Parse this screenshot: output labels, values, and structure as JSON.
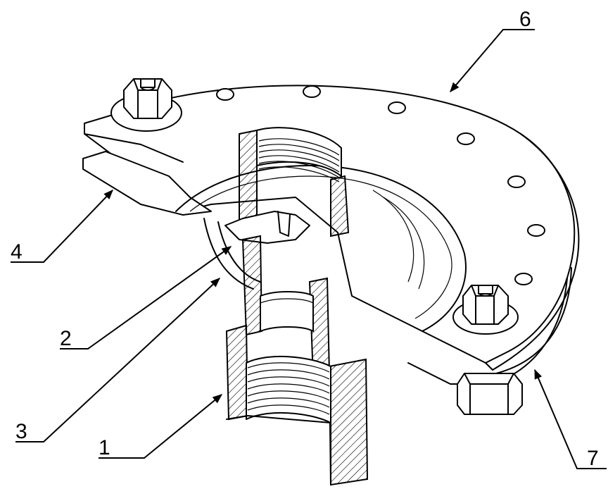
{
  "labels": {
    "l1": "1",
    "l2": "2",
    "l3": "3",
    "l4": "4",
    "l6": "6",
    "l7": "7"
  }
}
